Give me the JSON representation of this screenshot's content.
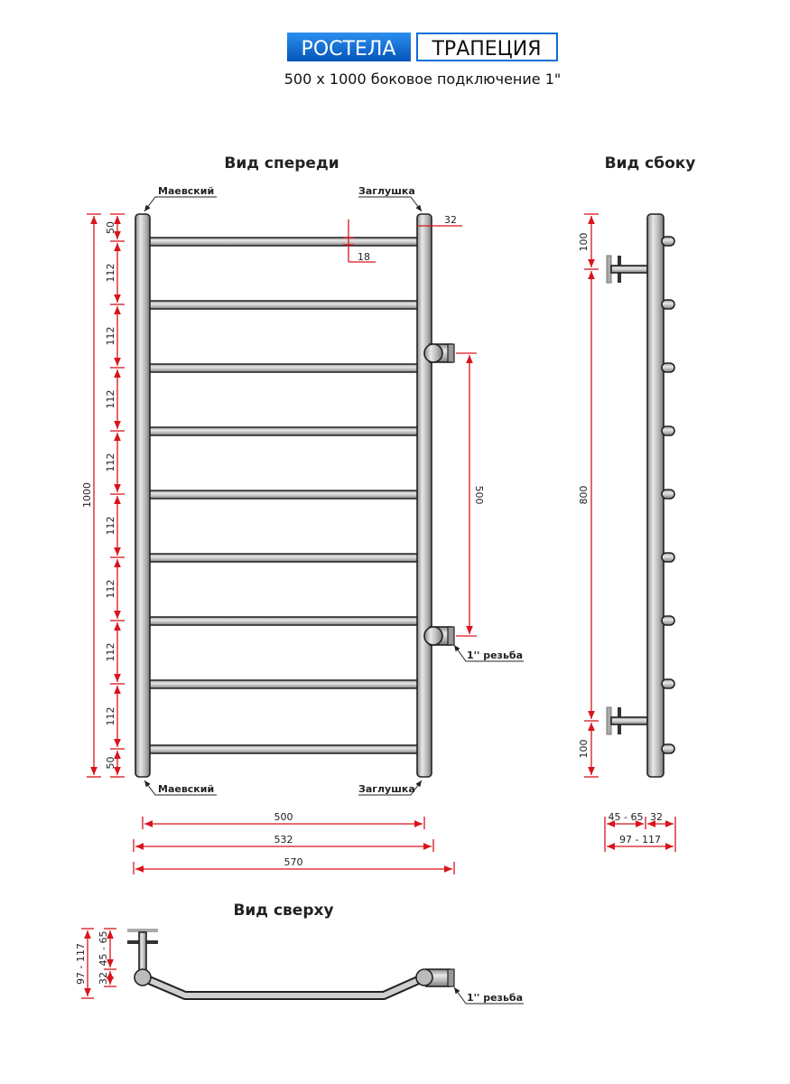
{
  "header": {
    "brand": "РОСТЕЛА",
    "model": "ТРАПЕЦИЯ",
    "subtitle": "500 x 1000 боковое подключение 1\"",
    "brand_color": "#0a6fd6"
  },
  "front_view": {
    "title": "Вид спереди",
    "labels": {
      "top_left": "Маевский",
      "top_right": "Заглушка",
      "bottom_left": "Маевский",
      "bottom_right": "Заглушка",
      "thread": "1'' резьба"
    },
    "dims": {
      "total_height": "1000",
      "segments": [
        "50",
        "112",
        "112",
        "112",
        "112",
        "112",
        "112",
        "112",
        "112",
        "50"
      ],
      "post_dia": "32",
      "rung_dia": "18",
      "connection_spacing": "500",
      "width_axis": "500",
      "width_outer_posts": "532",
      "width_total": "570"
    }
  },
  "side_view": {
    "title": "Вид сбоку",
    "dims": {
      "top": "100",
      "middle": "800",
      "bottom": "100",
      "offset": "45 - 65",
      "post": "32",
      "depth": "97 - 117"
    }
  },
  "top_view": {
    "title": "Вид сверху",
    "dims": {
      "depth": "97 - 117",
      "offset": "45 - 65",
      "post": "32"
    },
    "thread": "1'' резьба"
  }
}
